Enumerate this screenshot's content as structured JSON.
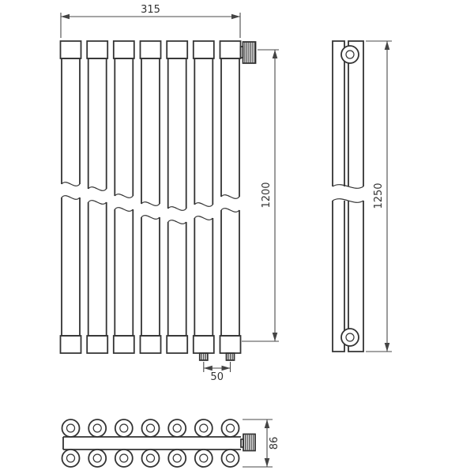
{
  "dimensions": {
    "width": "315",
    "height": "1200",
    "overall_height": "1250",
    "connection_spacing": "50",
    "depth": "86"
  }
}
